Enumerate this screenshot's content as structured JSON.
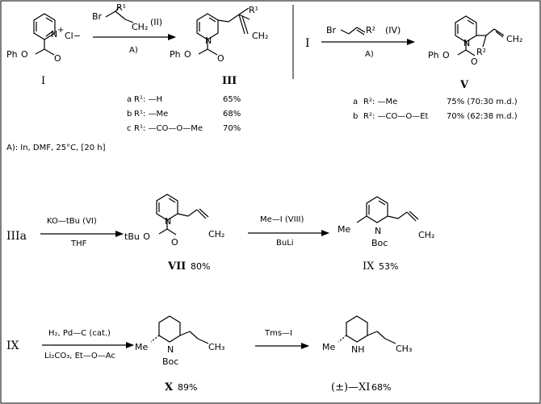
{
  "row1": {
    "reactant_label": "I",
    "reactant_atoms": {
      "nitrogen": "N",
      "charge": "+",
      "chloride": "Cl−",
      "ester": "Ph  O"
    },
    "reagent_a": {
      "br": "Br",
      "r1": "R¹",
      "ch2": "CH₂",
      "numeral": "(II)",
      "condition": "A)"
    },
    "product_a": {
      "label": "III",
      "nitrogen": "N",
      "ester": "Ph  O",
      "r1": "R¹",
      "ch2": "CH₂"
    },
    "substituents_a": [
      {
        "key": "a",
        "group": "R¹: —H",
        "yield": "65%"
      },
      {
        "key": "b",
        "group": "R¹: —Me",
        "yield": "68%"
      },
      {
        "key": "c",
        "group": "R¹: —CO—O—Me",
        "yield": "70%"
      }
    ],
    "start_b": "I",
    "reagent_b": {
      "br": "Br",
      "r2": "R²",
      "numeral": "(IV)",
      "condition": "A)"
    },
    "product_b": {
      "label": "V",
      "nitrogen": "N",
      "ester": "Ph  O",
      "r2": "R²",
      "ch2": "CH₂"
    },
    "substituents_b": [
      {
        "key": "a",
        "group": "R²: —Me",
        "yield": "75% (70:30 m.d.)"
      },
      {
        "key": "b",
        "group": "R²: —CO—O—Et",
        "yield": "70% (62:38 m.d.)"
      }
    ],
    "conditions_footnote": "A): In, DMF, 25°C, [20 h]"
  },
  "row2": {
    "start": "IIIa",
    "reagent1": {
      "above": "KO—tBu  (VI)",
      "below": "THF"
    },
    "product1": {
      "label": "VII",
      "yield": "80%",
      "nitrogen": "N",
      "ester": "tBu  O",
      "ch2": "CH₂"
    },
    "reagent2": {
      "above": "Me—I  (VIII)",
      "below": "BuLi"
    },
    "product2": {
      "label": "IX",
      "yield": "53%",
      "nitrogen": "N",
      "methyl": "Me",
      "boc": "Boc",
      "ch2": "CH₂"
    }
  },
  "row3": {
    "start": "IX",
    "reagent1": {
      "above": "H₂, Pd—C (cat.)",
      "below": "Li₂CO₃, Et—O—Ac"
    },
    "product1": {
      "label": "X",
      "yield": "89%",
      "nitrogen": "N",
      "methyl": "Me",
      "boc": "Boc",
      "ch3": "CH₃"
    },
    "reagent2": {
      "above": "Tms—I"
    },
    "product2": {
      "label": "(±)—XI",
      "yield": "68%",
      "nh": "NH",
      "methyl": "Me",
      "ch3": "CH₃"
    }
  }
}
